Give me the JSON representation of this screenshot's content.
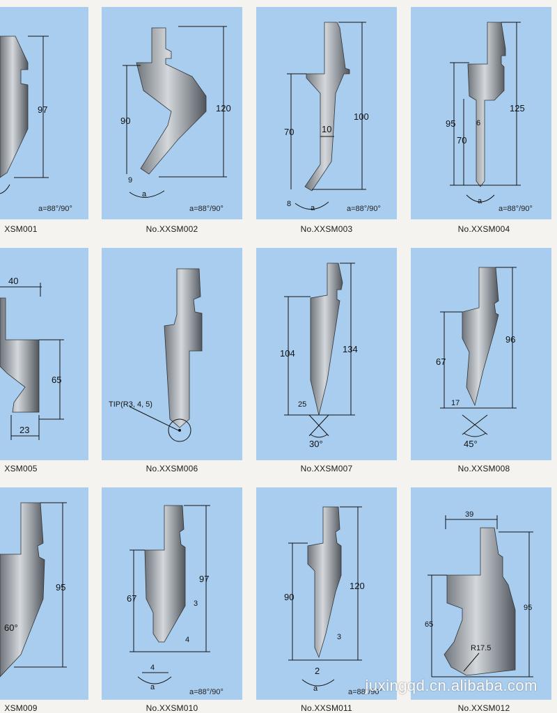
{
  "panels": [
    {
      "id": "p1",
      "caption": "XSM001",
      "angle": "a=88°/90°",
      "dims": [
        "97"
      ]
    },
    {
      "id": "p2",
      "caption": "No.XXSM002",
      "angle": "a=88°/90°",
      "dims": [
        "90",
        "120",
        "9",
        "a"
      ]
    },
    {
      "id": "p3",
      "caption": "No.XXSM003",
      "angle": "a=88°/90°",
      "dims": [
        "70",
        "100",
        "10",
        "8",
        "a"
      ]
    },
    {
      "id": "p4",
      "caption": "No.XXSM004",
      "angle": "a=88°/90°",
      "dims": [
        "95",
        "70",
        "125",
        "6",
        "a"
      ]
    },
    {
      "id": "p5",
      "caption": "XSM005",
      "dims": [
        "40",
        "65",
        "23"
      ]
    },
    {
      "id": "p6",
      "caption": "No.XXSM006",
      "dims": [
        "TIP(R3, 4, 5)"
      ]
    },
    {
      "id": "p7",
      "caption": "No.XXSM007",
      "dims": [
        "104",
        "134",
        "25",
        "30°"
      ]
    },
    {
      "id": "p8",
      "caption": "No.XXSM008",
      "dims": [
        "67",
        "96",
        "17",
        "45°"
      ]
    },
    {
      "id": "p9",
      "caption": "XSM009",
      "dims": [
        "95",
        "60°"
      ]
    },
    {
      "id": "p10",
      "caption": "No.XXSM010",
      "angle": "a=88°/90°",
      "dims": [
        "97",
        "67",
        "3",
        "4",
        "4",
        "a"
      ]
    },
    {
      "id": "p11",
      "caption": "No.XXSM011",
      "angle": "a=88°/90°",
      "dims": [
        "90",
        "120",
        "3",
        "2",
        "a"
      ]
    },
    {
      "id": "p12",
      "caption": "No.XXSM012",
      "dims": [
        "39",
        "95",
        "65",
        "R17.5"
      ]
    }
  ],
  "watermark": "juxingqd.cn.alibaba.com"
}
